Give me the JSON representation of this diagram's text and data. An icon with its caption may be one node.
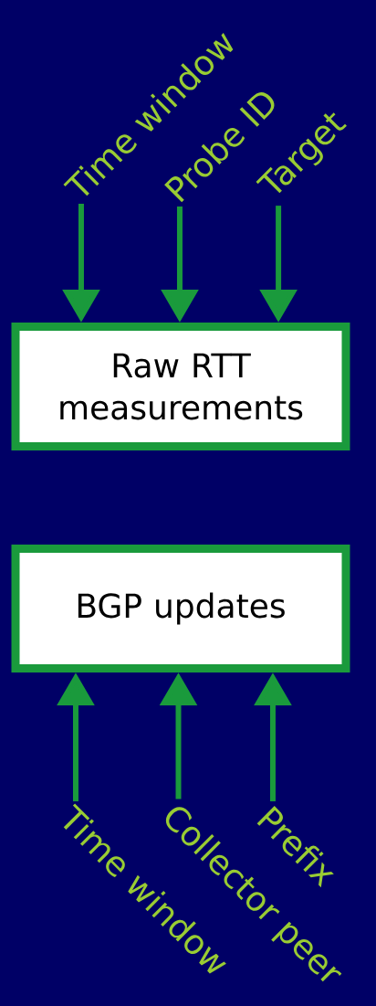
{
  "diagram": {
    "nodes": [
      {
        "text": [
          "Time window"
        ]
      },
      {
        "text": [
          "Probe ID"
        ]
      },
      {
        "text": [
          "Target"
        ]
      },
      {
        "text": [
          "Raw RTT measurements"
        ]
      },
      {
        "text": [
          "BGP updates"
        ]
      },
      {
        "text": [
          "Time window"
        ]
      },
      {
        "text": [
          "Collector peer"
        ]
      },
      {
        "text": [
          "Prefix"
        ]
      }
    ],
    "edges": [
      {
        "from": 0,
        "to": 3,
        "arrow": "to"
      },
      {
        "from": 1,
        "to": 3,
        "arrow": "to"
      },
      {
        "from": 2,
        "to": 3,
        "arrow": "to"
      },
      {
        "from": 5,
        "to": 4,
        "arrow": "to"
      },
      {
        "from": 6,
        "to": 4,
        "arrow": "to"
      },
      {
        "from": 7,
        "to": 4,
        "arrow": "to"
      }
    ]
  }
}
